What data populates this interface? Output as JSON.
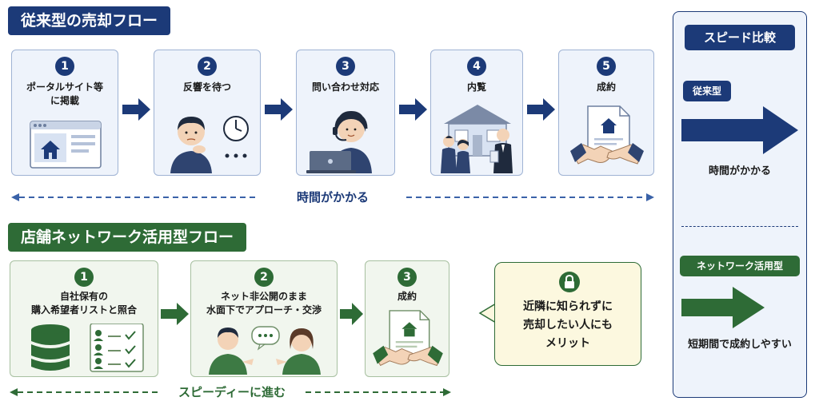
{
  "traditional": {
    "title": "従来型の売却フロー",
    "steps": [
      {
        "num": "1",
        "lines": [
          "ポータルサイト等",
          "に掲載"
        ],
        "icon": "website-house-icon"
      },
      {
        "num": "2",
        "lines": [
          "反響を待つ"
        ],
        "icon": "waiting-person-clock-icon"
      },
      {
        "num": "3",
        "lines": [
          "問い合わせ対応"
        ],
        "icon": "call-center-operator-icon"
      },
      {
        "num": "4",
        "lines": [
          "内覧"
        ],
        "icon": "house-viewing-icon"
      },
      {
        "num": "5",
        "lines": [
          "成約"
        ],
        "icon": "contract-handshake-icon"
      }
    ],
    "timeline": "時間がかかる"
  },
  "network": {
    "title": "店舗ネットワーク活用型フロー",
    "steps": [
      {
        "num": "1",
        "lines": [
          "自社保有の",
          "購入希望者リストと照合"
        ],
        "icon": "database-checklist-icon"
      },
      {
        "num": "2",
        "lines": [
          "ネット非公開のまま",
          "水面下でアプローチ・交渉"
        ],
        "icon": "conversation-icon"
      },
      {
        "num": "3",
        "lines": [
          "成約"
        ],
        "icon": "contract-handshake-icon"
      }
    ],
    "timeline": "スピーディーに進む",
    "merit": {
      "lines": [
        "近隣に知られずに",
        "売却したい人にも",
        "メリット"
      ],
      "icon": "padlock-icon"
    }
  },
  "comparison": {
    "title": "スピード比較",
    "traditional": {
      "label": "従来型",
      "caption": "時間がかかる"
    },
    "network": {
      "label": "ネットワーク活用型",
      "caption": "短期間で成約しやすい"
    }
  },
  "colors": {
    "navy": "#1c3a78",
    "green": "#2e6b36",
    "card_blue": "#eef3fb",
    "card_green": "#f1f6ee",
    "bubble": "#fcf8df"
  }
}
